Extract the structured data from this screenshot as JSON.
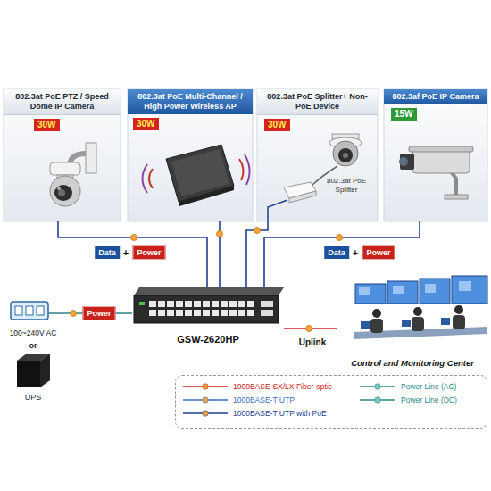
{
  "diagram": {
    "nodes": [
      {
        "text": [
          "802.3at PoE PTZ / Speed Dome IP Camera",
          "30W"
        ]
      },
      {
        "text": [
          "802.3at PoE Multi-Channel / High Power Wireless AP",
          "30W"
        ]
      },
      {
        "text": [
          "802.3at PoE Splitter+ Non-PoE Device",
          "30W"
        ]
      },
      {
        "text": [
          "802.3af PoE IP Camera",
          "15W"
        ]
      },
      {
        "text": [
          "GSW-2620HP"
        ]
      },
      {
        "text": [
          "100~240V AC"
        ]
      },
      {
        "text": [
          "UPS"
        ]
      },
      {
        "text": [
          "Control and Monitoring Center"
        ]
      }
    ],
    "edges": [
      {
        "from": 4,
        "to": 0,
        "arrow": "none"
      },
      {
        "from": 4,
        "to": 1,
        "arrow": "none"
      },
      {
        "from": 4,
        "to": 2,
        "arrow": "none"
      },
      {
        "from": 4,
        "to": 3,
        "arrow": "none"
      },
      {
        "from": 4,
        "to": 7,
        "label": "Uplink",
        "arrow": "none"
      },
      {
        "from": 5,
        "to": 4,
        "label": "Power",
        "arrow": "none"
      }
    ],
    "labels": [
      "Data",
      "+",
      "Power",
      "Data",
      "+",
      "Power",
      "802.3at PoE Splitter",
      "or"
    ],
    "legend": [
      {
        "text": "1000BASE-SX/LX Fiber-optic"
      },
      {
        "text": "1000BASE-T UTP"
      },
      {
        "text": "1000BASE-T UTP with PoE"
      },
      {
        "text": "Power Line (AC)"
      },
      {
        "text": "Power Line (DC)"
      }
    ]
  }
}
